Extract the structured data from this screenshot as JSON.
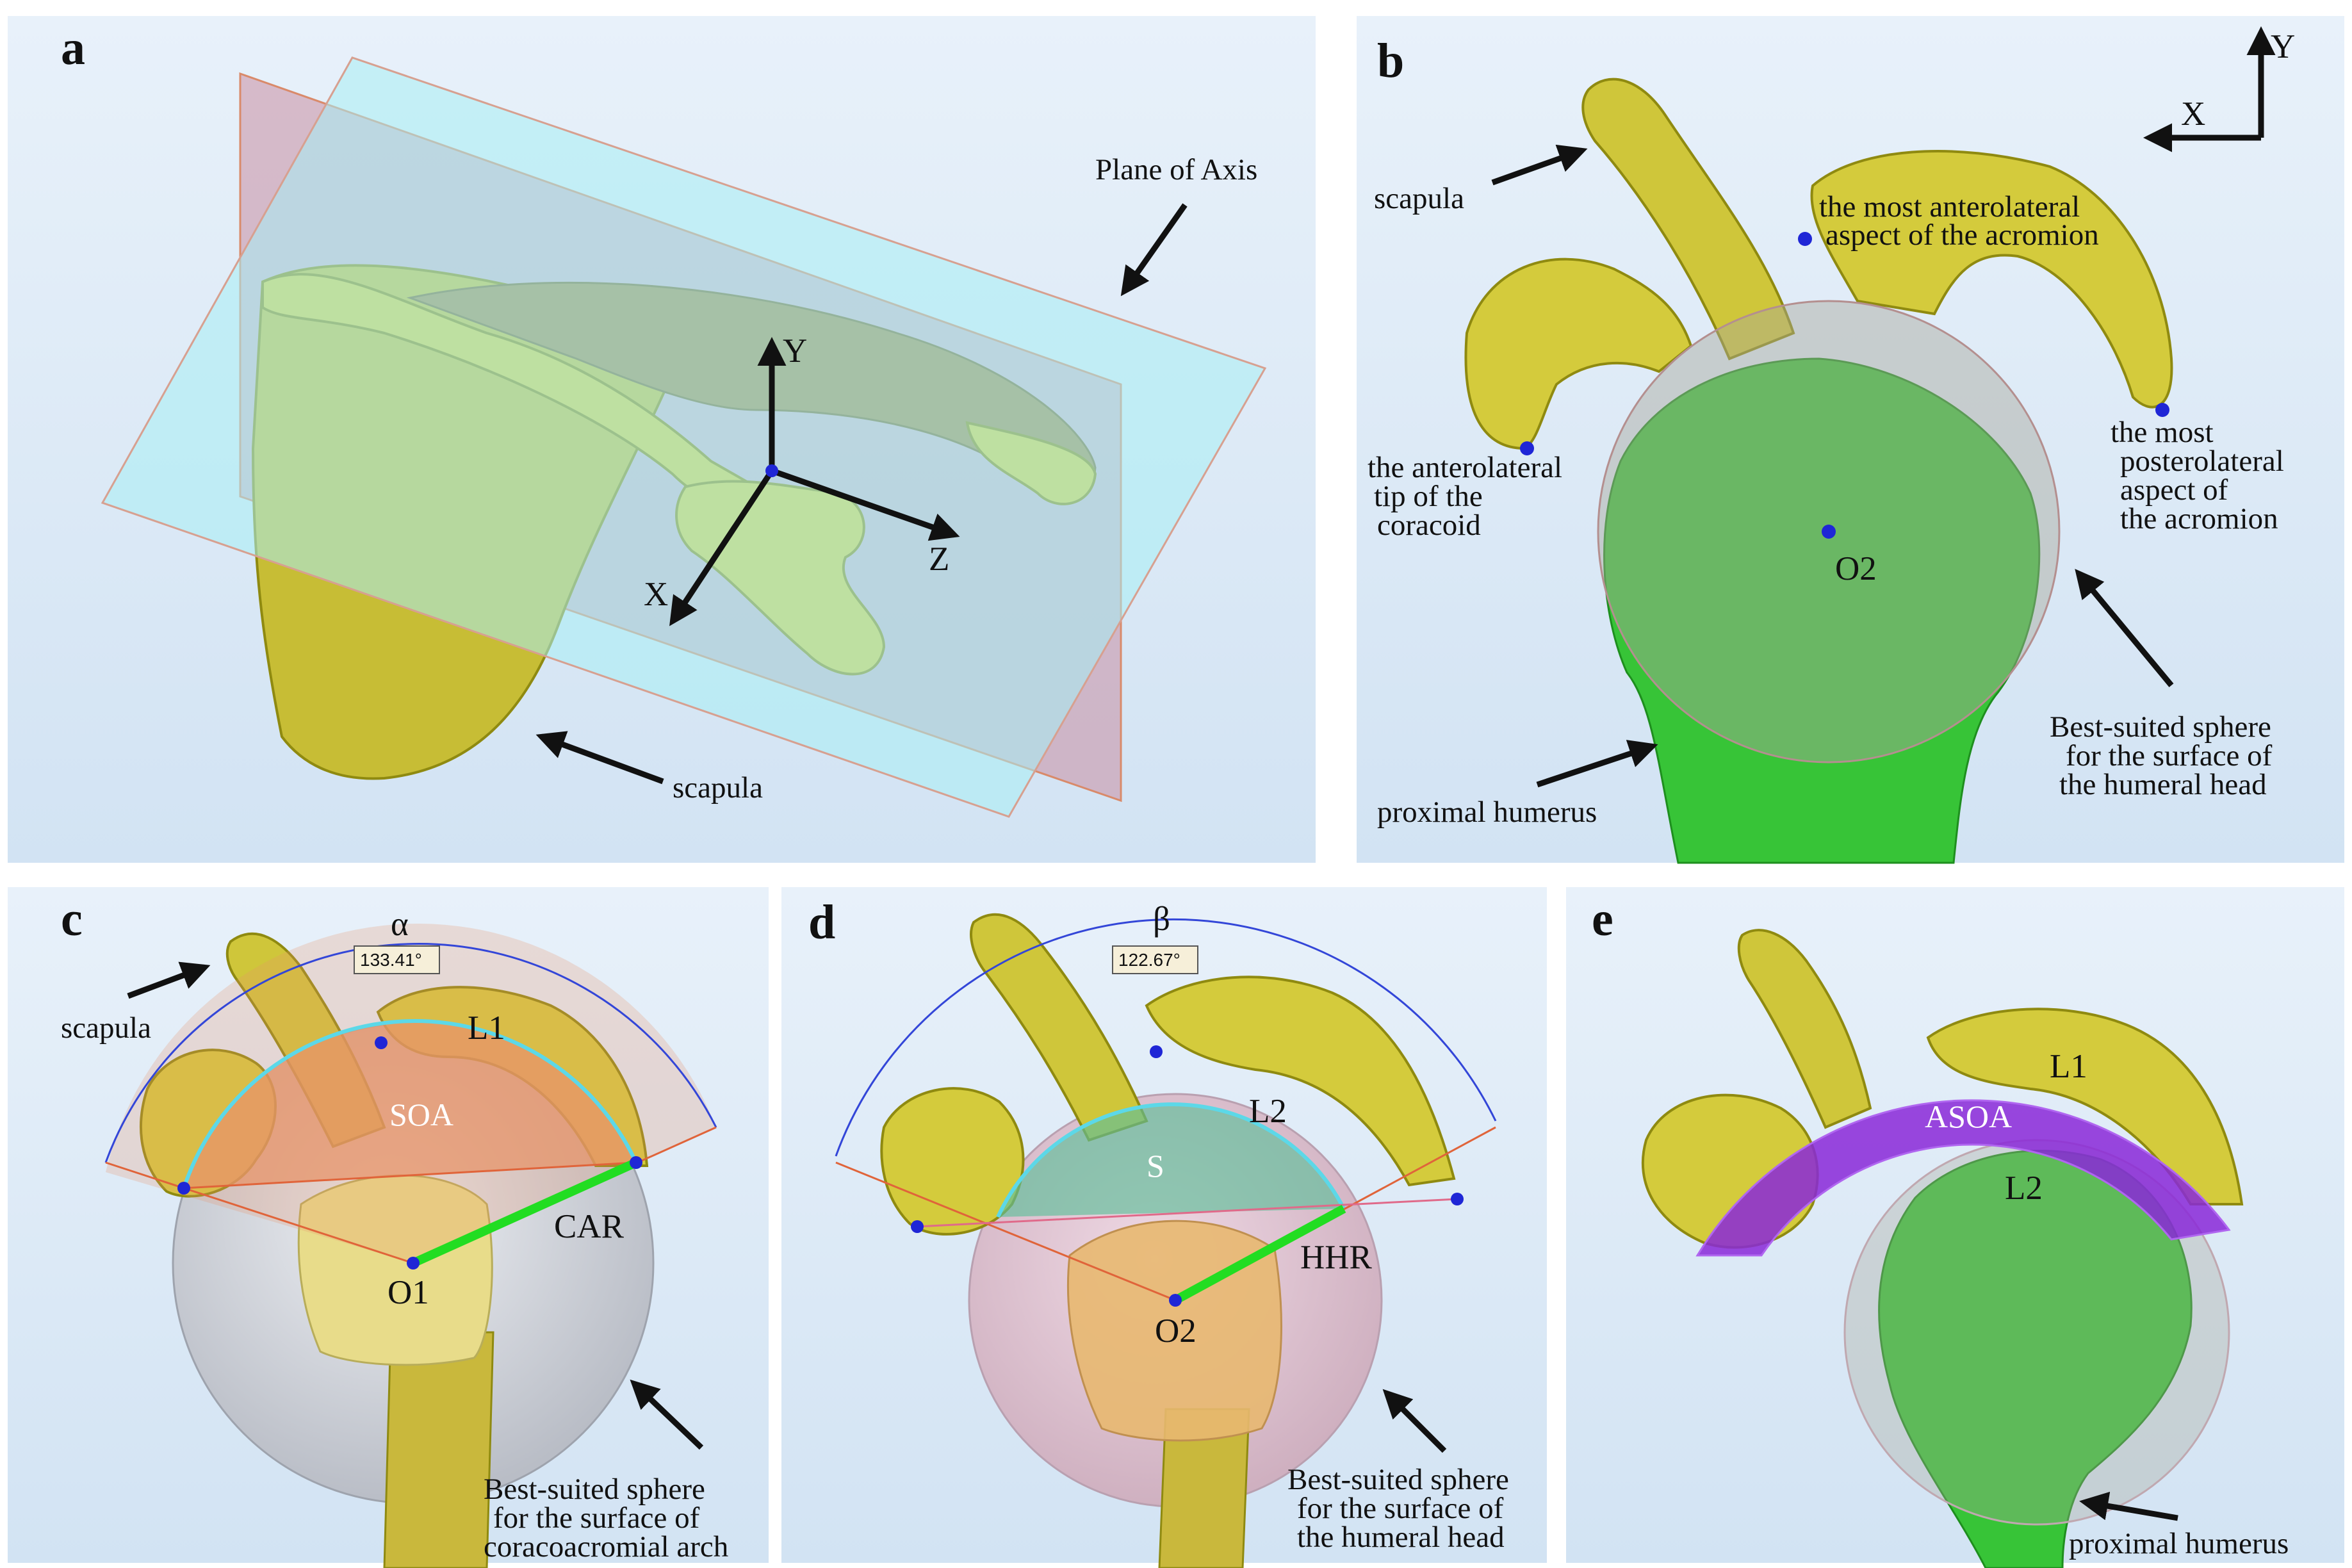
{
  "colors": {
    "panel_background": "#dbe9f7",
    "bone_yellow": "#cfc63a",
    "bone_brown": "#a48a49",
    "humerus_green": "#37c437",
    "plane_cyan": "#a7eff4",
    "plane_pink": "#c98ea3",
    "marker_blue": "#1f26d6",
    "radius_green": "#22dd22",
    "soa_orange": "#e7946a",
    "asoa_purple": "#8a28d8",
    "arc_blue": "#3346d8",
    "arc_cyan": "#5cd8e8"
  },
  "panels": {
    "a": {
      "letter": "a",
      "axes": {
        "x": "X",
        "y": "Y",
        "z": "Z"
      },
      "labels": {
        "plane_of_axis": "Plane of Axis",
        "scapula": "scapula"
      }
    },
    "b": {
      "letter": "b",
      "axes": {
        "x": "X",
        "y": "Y"
      },
      "labels": {
        "scapula": "scapula",
        "acromion_anterolateral_1": "the most anterolateral",
        "acromion_anterolateral_2": "aspect of the acromion",
        "coracoid_1": "the anterolateral",
        "coracoid_2": "tip of the",
        "coracoid_3": "coracoid",
        "posterolateral_1": "the most",
        "posterolateral_2": "posterolateral",
        "posterolateral_3": "aspect of",
        "posterolateral_4": "the acromion",
        "center": "O2",
        "sphere_1": "Best-suited sphere",
        "sphere_2": "for the surface of",
        "sphere_3": "the humeral head",
        "humerus": "proximal humerus"
      }
    },
    "c": {
      "letter": "c",
      "angle_symbol": "α",
      "angle_value": "133.41°",
      "labels": {
        "scapula": "scapula",
        "line": "L1",
        "area": "SOA",
        "radius": "CAR",
        "center": "O1",
        "sphere_1": "Best-suited sphere",
        "sphere_2": "for the surface of",
        "sphere_3": "coracoacromial arch"
      }
    },
    "d": {
      "letter": "d",
      "angle_symbol": "β",
      "angle_value": "122.67°",
      "labels": {
        "line": "L2",
        "area": "S",
        "radius": "HHR",
        "center": "O2",
        "sphere_1": "Best-suited sphere",
        "sphere_2": "for the surface of",
        "sphere_3": "the humeral head"
      }
    },
    "e": {
      "letter": "e",
      "labels": {
        "line1": "L1",
        "area": "ASOA",
        "line2": "L2",
        "humerus": "proximal humerus"
      }
    }
  }
}
